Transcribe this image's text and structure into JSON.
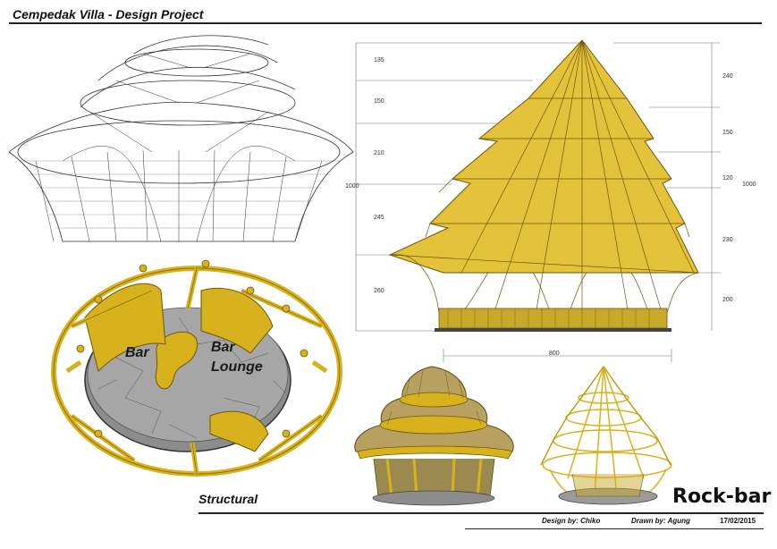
{
  "header": {
    "title": "Cempedak Villa - Design Project"
  },
  "elevation": {
    "left_dims": [
      "135",
      "150",
      "210",
      "1000",
      "245",
      "260"
    ],
    "right_dims": [
      "240",
      "150",
      "120",
      "1000",
      "230",
      "200"
    ],
    "bottom_dim": "800"
  },
  "plan": {
    "bar_label": "Bar",
    "lounge_label_1": "Bar",
    "lounge_label_2": "Lounge"
  },
  "footer": {
    "structural_label": "Structural",
    "project_name": "Rock-bar",
    "design_by": "Design by: Chiko",
    "drawn_by": "Drawn by: Agung",
    "date": "17/02/2015"
  },
  "colors": {
    "bamboo": "#d8b21c",
    "bamboo_dark": "#8a6d0a",
    "floor": "#8c8c8c",
    "line": "#222222"
  }
}
